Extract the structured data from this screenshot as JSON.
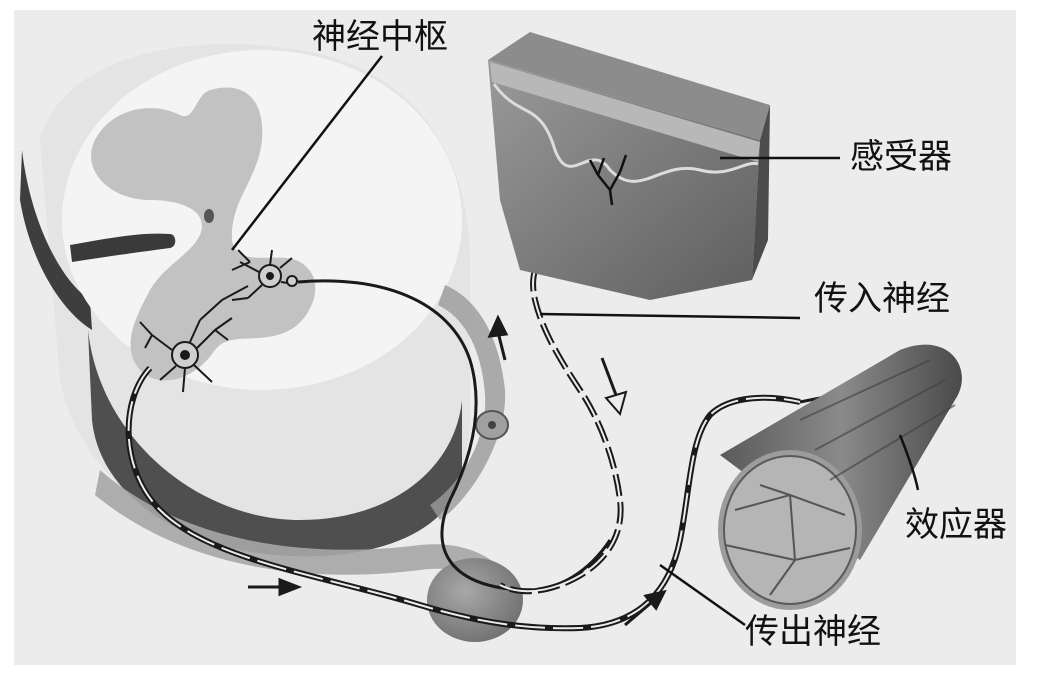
{
  "labels": {
    "center": "神经中枢",
    "receptor": "感受器",
    "afferent": "传入神经",
    "effector": "效应器",
    "efferent": "传出神经"
  },
  "colors": {
    "background": "#ececec",
    "cord_light": "#f2f2f2",
    "gray_matter": "#bcbcbc",
    "cord_side": "#5a5a5a",
    "skin_top": "#8a8a8a",
    "skin_body": "#7a7a7a",
    "muscle": "#6e6e6e",
    "ganglion": "#8c8c8c",
    "ink": "#1a1a1a",
    "leader": "#111111"
  }
}
